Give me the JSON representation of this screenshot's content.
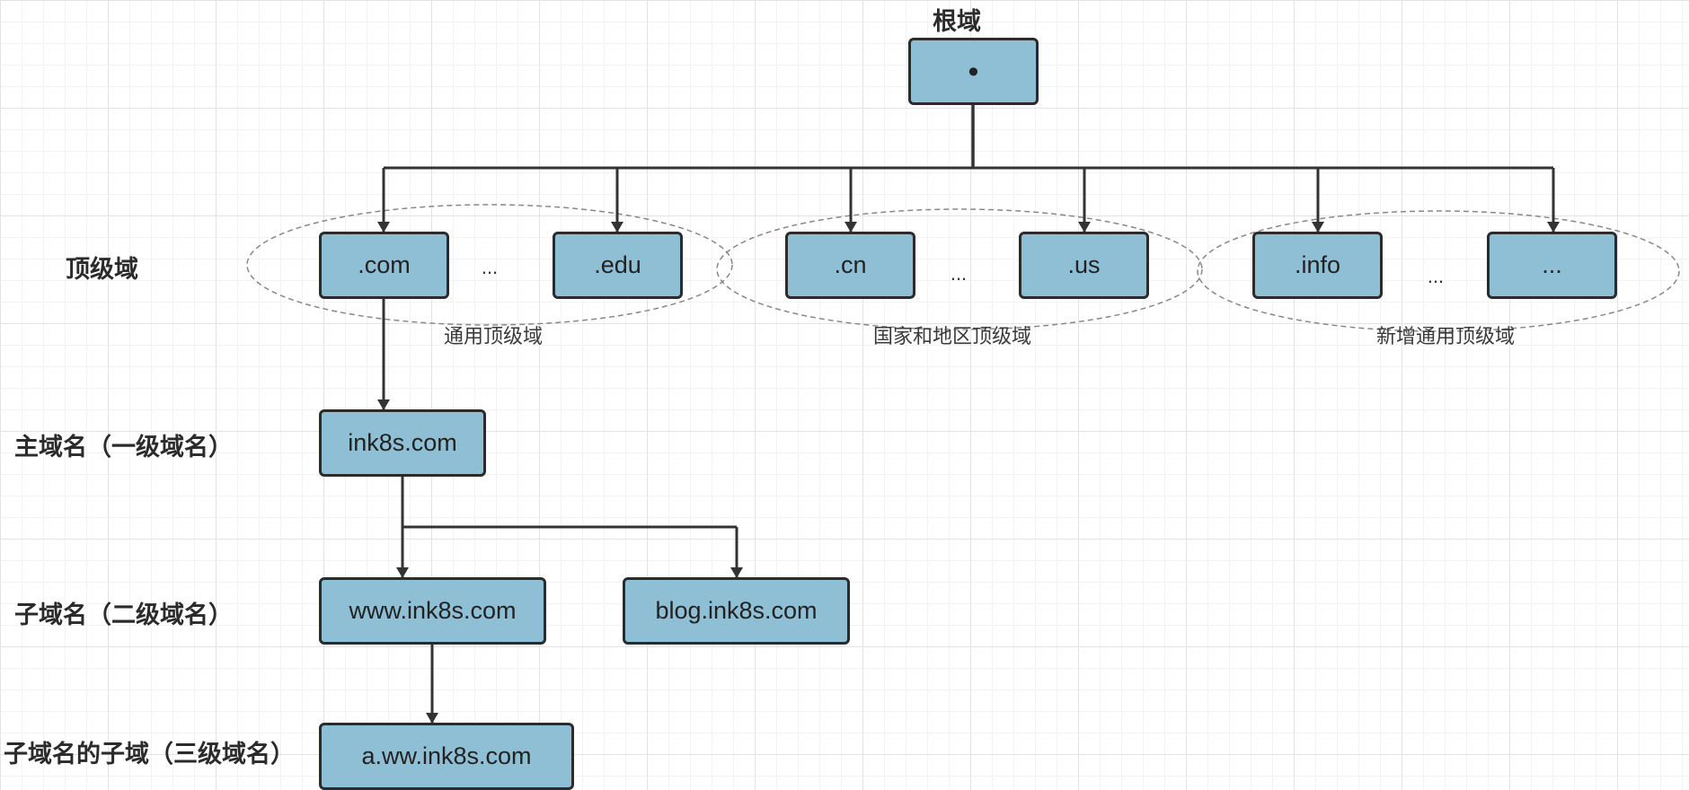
{
  "root": {
    "title": "根域",
    "symbol": "•"
  },
  "levels": {
    "tld": "顶级域",
    "main": "主域名（一级域名）",
    "sub": "子域名（二级域名）",
    "subsub": "子域名的子域（三级域名）"
  },
  "groups": [
    {
      "label": "通用顶级域",
      "left": ".com",
      "ellipsis": "...",
      "right": ".edu"
    },
    {
      "label": "国家和地区顶级域",
      "left": ".cn",
      "ellipsis": "...",
      "right": ".us"
    },
    {
      "label": "新增通用顶级域",
      "left": ".info",
      "ellipsis": "...",
      "right": "..."
    }
  ],
  "domains": {
    "main": "ink8s.com",
    "sub_www": "www.ink8s.com",
    "sub_blog": "blog.ink8s.com",
    "third": "a.ww.ink8s.com"
  },
  "colors": {
    "node_fill": "#8fbfd5",
    "node_border": "#2b2b2b",
    "line": "#333333"
  }
}
